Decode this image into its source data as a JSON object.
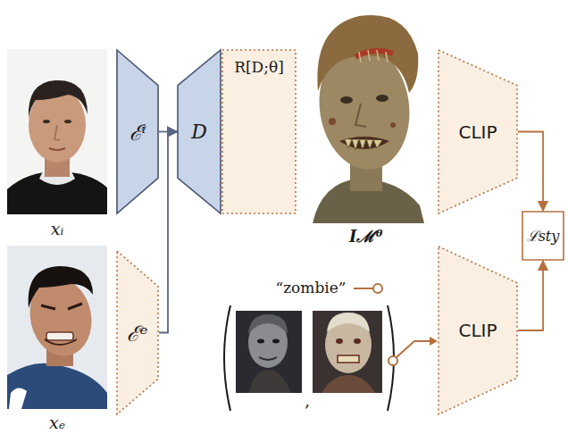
{
  "diagram": {
    "nodes": [
      {
        "text": [
          "ℰⁱ"
        ]
      },
      {
        "text": [
          "D"
        ]
      },
      {
        "text": [
          "R[D;θ]"
        ]
      },
      {
        "text": [
          "CLIP"
        ]
      },
      {
        "text": [
          "ℒsty"
        ]
      },
      {
        "text": [
          "ℰᵉ"
        ]
      },
      {
        "text": [
          "CLIP"
        ]
      }
    ],
    "edges": [
      {
        "from": 0,
        "to": 1,
        "arrow": "to"
      },
      {
        "from": 5,
        "to": 1,
        "arrow": "to"
      },
      {
        "from": 3,
        "to": 4,
        "arrow": "to"
      },
      {
        "from": 6,
        "to": 4,
        "arrow": "to"
      }
    ],
    "labels": [
      "xᵢ",
      "xₑ",
      "Iℳᶿ",
      "“zombie”",
      ","
    ]
  }
}
